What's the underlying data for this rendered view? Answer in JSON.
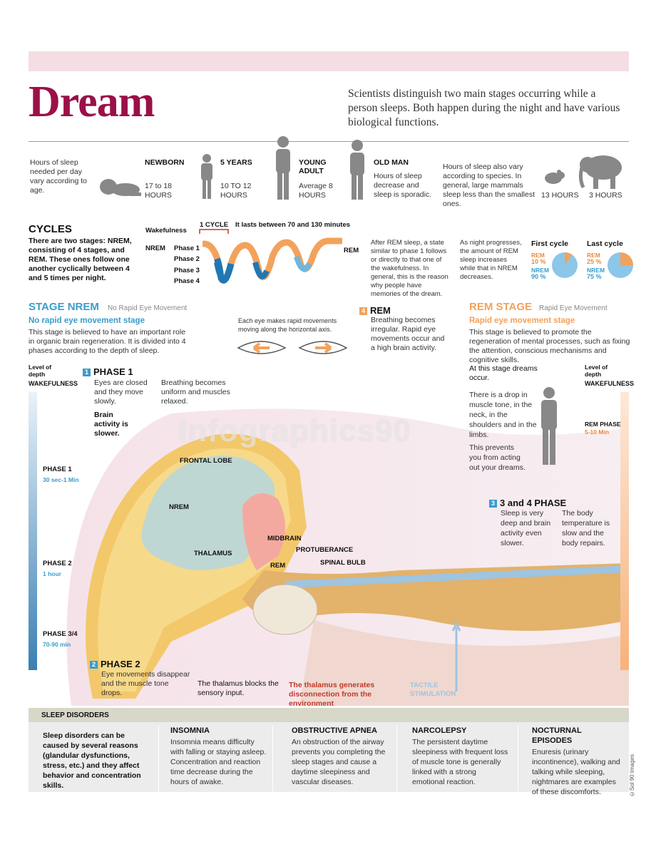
{
  "header": {
    "title": "Dream",
    "intro": "Scientists distinguish two main stages occurring while a person sleeps. Both happen during the night and have various biological functions."
  },
  "ages": {
    "intro": "Hours of sleep needed per day vary according to age.",
    "newborn": {
      "label": "NEWBORN",
      "value": "17 to 18 HOURS"
    },
    "five": {
      "label": "5 YEARS",
      "value": "10 TO 12 HOURS"
    },
    "young": {
      "label": "YOUNG ADULT",
      "value": "Average 8 HOURS"
    },
    "old": {
      "label": "OLD MAN",
      "value": "Hours of sleep decrease and sleep is sporadic."
    },
    "species_note": "Hours of sleep also vary according to species. In general, large mammals sleep less than the smallest ones.",
    "mouse": "13 HOURS",
    "elephant": "3 HOURS"
  },
  "cycles": {
    "title": "CYCLES",
    "text": "There are two stages: NREM, consisting of 4 stages, and REM. These ones follow one another cyclically between 4 and 5 times per night.",
    "wakefulness": "Wakefulness",
    "one_cycle": "1 CYCLE",
    "duration": "It lasts between 70 and 130 minutes",
    "nrem": "NREM",
    "rem": "REM",
    "phases": [
      "Phase 1",
      "Phase 2",
      "Phase 3",
      "Phase 4"
    ],
    "after_rem": "After REM sleep, a state similar to phase 1 follows or directly to that one of the wakefulness. In general, this is the reason why people have memories of the dream.",
    "night_progress": "As night progresses, the amount of REM sleep increases while that in NREM decreases.",
    "first_cycle": {
      "title": "First cycle",
      "rem_label": "REM",
      "rem_value": "10 %",
      "nrem_label": "NREM",
      "nrem_value": "90 %"
    },
    "last_cycle": {
      "title": "Last cycle",
      "rem_label": "REM",
      "rem_value": "25 %",
      "nrem_label": "NREM",
      "nrem_value": "75 %"
    }
  },
  "nrem_stage": {
    "title": "STAGE NREM",
    "note": "No Rapid Eye Movement",
    "subtitle": "No rapid eye movement stage",
    "text": "This stage is believed to have an important role in organic brain regeneration. It is divided into 4 phases according to the depth of sleep.",
    "level": "Level of depth",
    "wakefulness": "WAKEFULNESS",
    "phase1": {
      "num": "1",
      "title": "PHASE 1",
      "eyes": "Eyes are closed and they move slowly.",
      "breathing": "Breathing becomes uniform and muscles relaxed.",
      "brain": "Brain activity is slower."
    },
    "depth": [
      {
        "label": "PHASE 1",
        "time": "30 sec-1 Min"
      },
      {
        "label": "PHASE 2",
        "time": "1 hour"
      },
      {
        "label": "PHASE 3/4",
        "time": "70-90 min"
      }
    ],
    "phase2": {
      "num": "2",
      "title": "PHASE 2",
      "text": "Eye movements disappear and the muscle tone drops."
    }
  },
  "eyes_note": "Each eye makes rapid movements moving along the horizontal axis.",
  "rem_box": {
    "num": "4",
    "title": "REM",
    "text": "Breathing becomes irregular. Rapid eye movements occur and a high brain activity."
  },
  "rem_stage": {
    "title": "REM STAGE",
    "note": "Rapid Eye Movement",
    "subtitle": "Rapid eye movement stage",
    "text": "This stage is believed to promote the regeneration of mental processes, such as fixing the attention, conscious mechanisms and cognitive skills.",
    "dreams": "At this stage dreams occur.",
    "muscle": "There is a drop in muscle tone, in the neck, in the shoulders and in the limbs.",
    "prevents": "This prevents you from acting out your dreams.",
    "level": "Level of depth",
    "wakefulness": "WAKEFULNESS",
    "rem_phase": "REM PHASE",
    "rem_time": "5-10 Min"
  },
  "phase34": {
    "num": "3",
    "title": "3 and 4 PHASE",
    "col1": "Sleep is very deep and brain activity even slower.",
    "col2": "The body temperature is slow and the body repairs."
  },
  "brain_labels": {
    "frontal": "FRONTAL LOBE",
    "nrem": "NREM",
    "thalamus": "THALAMUS",
    "midbrain": "MIDBRAIN",
    "protuberance": "PROTUBERANCE",
    "rem": "REM",
    "spinal": "SPINAL BULB"
  },
  "bottom_notes": {
    "thalamus_blocks": "The thalamus blocks the sensory input.",
    "disconnection": "The thalamus generates disconnection from the environment",
    "tactile": "TACTILE STIMULATION"
  },
  "watermark": "Infographics90",
  "disorders": {
    "title": "SLEEP DISORDERS",
    "intro": "Sleep disorders can be caused by several reasons (glandular dysfunctions, stress, etc.) and they affect behavior and concentration skills.",
    "items": [
      {
        "title": "INSOMNIA",
        "text": "Insomnia means difficulty with falling or staying asleep. Concentration and reaction time decrease during the hours of awake."
      },
      {
        "title": "OBSTRUCTIVE APNEA",
        "text": "An obstruction of the airway prevents you  completing the sleep stages and cause a daytime sleepiness and vascular diseases."
      },
      {
        "title": "NARCOLEPSY",
        "text": "The persistent daytime sleepiness with frequent loss of muscle tone is generally linked with a strong emotional reaction."
      },
      {
        "title": "NOCTURNAL EPISODES",
        "text": "Enuresis (urinary incontinence), walking and talking while sleeping, nightmares are examples of these discomforts."
      }
    ]
  },
  "copyright": "©Sol 90 Images",
  "colors": {
    "accent": "#9b1048",
    "nrem_blue": "#3a9ccc",
    "rem_orange": "#f2a25c"
  }
}
